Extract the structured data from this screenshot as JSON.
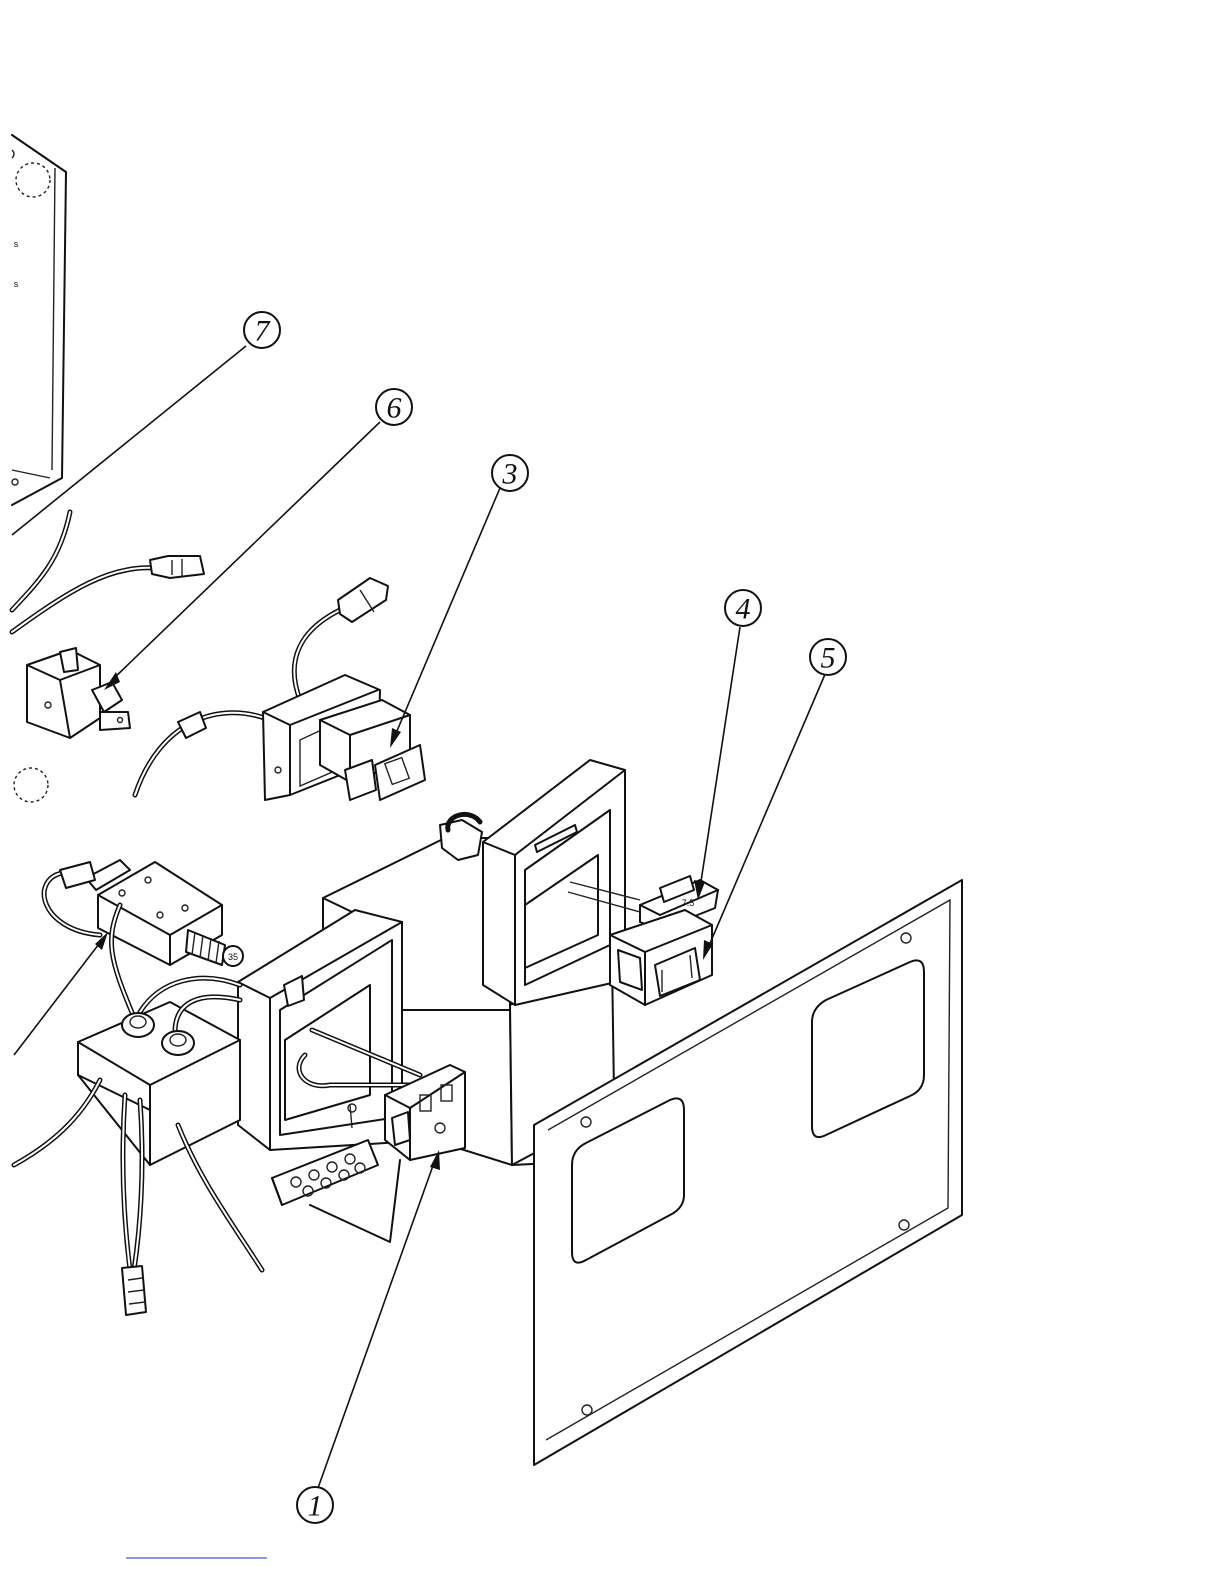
{
  "diagram": {
    "callouts": [
      {
        "id": "callout-1",
        "label": "1"
      },
      {
        "id": "callout-3",
        "label": "3"
      },
      {
        "id": "callout-4",
        "label": "4"
      },
      {
        "id": "callout-5",
        "label": "5"
      },
      {
        "id": "callout-6",
        "label": "6"
      },
      {
        "id": "callout-7",
        "label": "7"
      }
    ],
    "component_marks": {
      "fuse_rating": "7.5",
      "thermostat_marking": "35"
    }
  }
}
